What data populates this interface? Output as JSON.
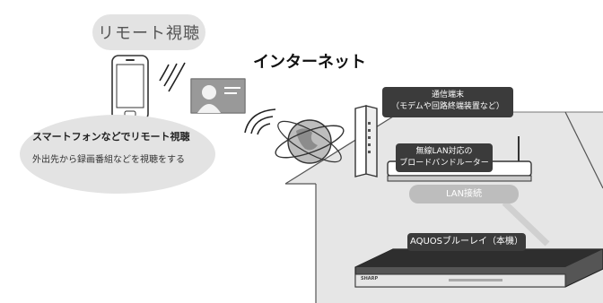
{
  "remote_viewing_label": "リモート視聴",
  "internet_label": "インターネット",
  "smartphone_bubble": {
    "title": "スマートフォンなどでリモート視聴",
    "description": "外出先から録画番組などを視聴をする"
  },
  "labels": {
    "terminal_line1": "通信端末",
    "terminal_line2": "（モデムや回路終端装置など）",
    "router_line1": "無線LAN対応の",
    "router_line2": "ブロードバンドルーター",
    "lan": "LAN接続",
    "aquos": "AQUOSブルーレイ（本機）"
  },
  "device_text": {
    "brand": "SHARP"
  },
  "colors": {
    "label_dark": "#3b3b3b",
    "bubble_gray": "#e3e3e3",
    "lan_gray": "#bdbdbd",
    "house_gray": "#e6e6e6"
  }
}
